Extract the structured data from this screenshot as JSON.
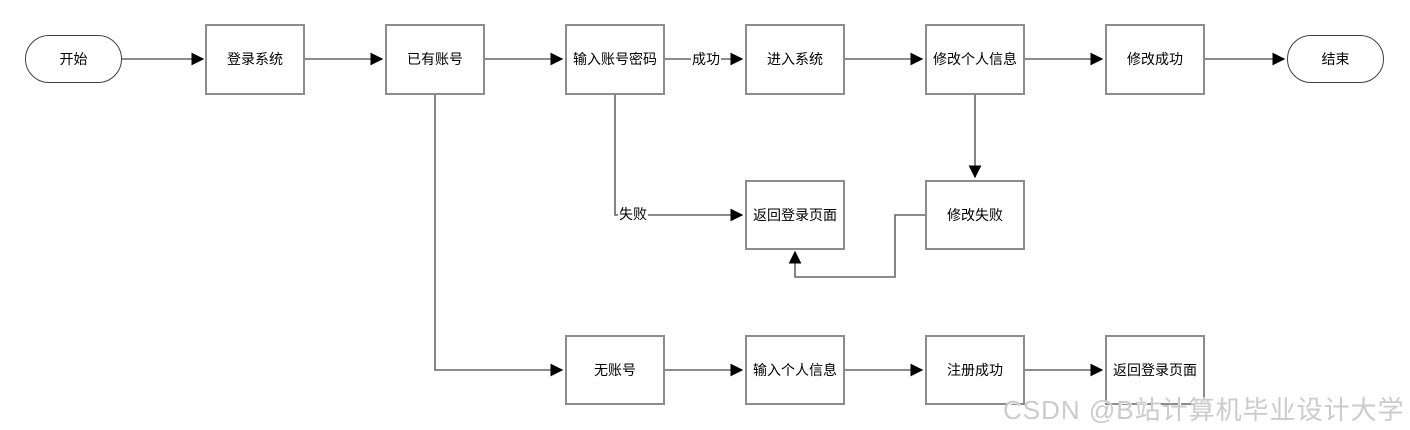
{
  "diagram": {
    "type": "flowchart",
    "nodes": [
      {
        "id": "start",
        "label": "开始",
        "shape": "terminal"
      },
      {
        "id": "login-system",
        "label": "登录系统",
        "shape": "process"
      },
      {
        "id": "has-account",
        "label": "已有账号",
        "shape": "process"
      },
      {
        "id": "enter-credentials",
        "label": "输入账号密码",
        "shape": "process"
      },
      {
        "id": "enter-system",
        "label": "进入系统",
        "shape": "process"
      },
      {
        "id": "modify-personal-info",
        "label": "修改个人信息",
        "shape": "process"
      },
      {
        "id": "modify-success",
        "label": "修改成功",
        "shape": "process"
      },
      {
        "id": "end",
        "label": "结束",
        "shape": "terminal"
      },
      {
        "id": "return-login-page",
        "label": "返回登录页面",
        "shape": "process"
      },
      {
        "id": "modify-fail",
        "label": "修改失败",
        "shape": "process"
      },
      {
        "id": "no-account",
        "label": "无账号",
        "shape": "process"
      },
      {
        "id": "enter-personal-info",
        "label": "输入个人信息",
        "shape": "process"
      },
      {
        "id": "register-success",
        "label": "注册成功",
        "shape": "process"
      },
      {
        "id": "return-login-page-2",
        "label": "返回登录页面",
        "shape": "process"
      }
    ],
    "edges": [
      {
        "from": "start",
        "to": "login-system"
      },
      {
        "from": "login-system",
        "to": "has-account"
      },
      {
        "from": "has-account",
        "to": "enter-credentials"
      },
      {
        "from": "enter-credentials",
        "to": "enter-system",
        "label": "成功"
      },
      {
        "from": "enter-system",
        "to": "modify-personal-info"
      },
      {
        "from": "modify-personal-info",
        "to": "modify-success"
      },
      {
        "from": "modify-success",
        "to": "end"
      },
      {
        "from": "enter-credentials",
        "to": "return-login-page",
        "label": "失败"
      },
      {
        "from": "modify-personal-info",
        "to": "modify-fail"
      },
      {
        "from": "modify-fail",
        "to": "return-login-page"
      },
      {
        "from": "has-account",
        "to": "no-account"
      },
      {
        "from": "no-account",
        "to": "enter-personal-info"
      },
      {
        "from": "enter-personal-info",
        "to": "register-success"
      },
      {
        "from": "register-success",
        "to": "return-login-page-2"
      }
    ],
    "edge_labels": {
      "success": "成功",
      "fail": "失败"
    },
    "colors": {
      "process_border": "#8c8c8c",
      "terminal_border": "#404040",
      "connector": "#666666",
      "arrowhead": "#000000",
      "text": "#000000",
      "watermark": "#cbcbcb",
      "background": "#ffffff"
    }
  },
  "watermark": {
    "text": "CSDN @B站计算机毕业设计大学"
  }
}
